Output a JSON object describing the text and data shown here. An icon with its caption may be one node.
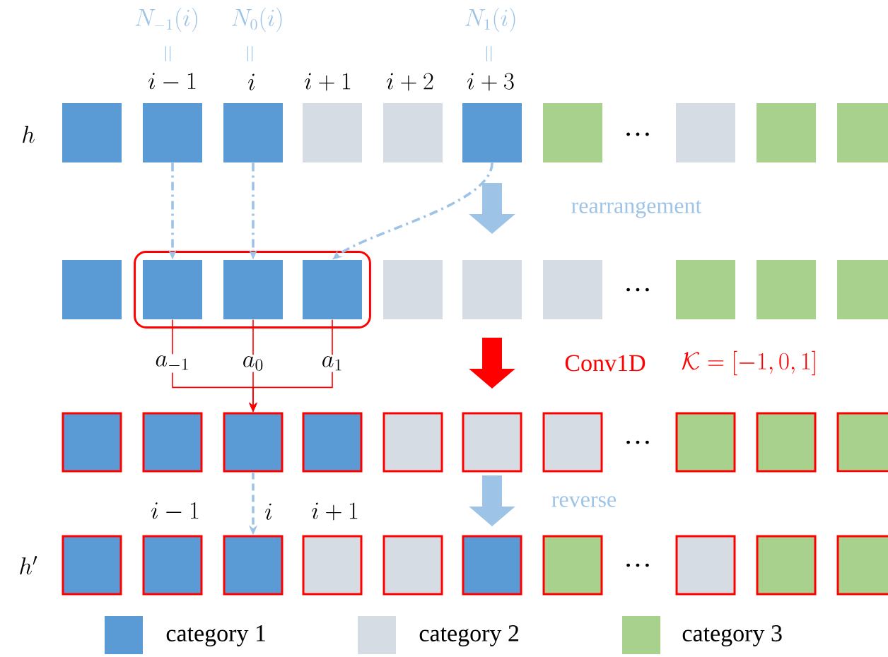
{
  "diagram": {
    "nodes": [
      {
        "text": [],
        "shape": "box"
      },
      {
        "text": [],
        "shape": "box"
      },
      {
        "text": [],
        "shape": "box"
      },
      {
        "text": [],
        "shape": "box"
      },
      {
        "text": [],
        "shape": "box"
      },
      {
        "text": [],
        "shape": "box"
      },
      {
        "text": [],
        "shape": "box"
      },
      {
        "text": [],
        "shape": "box"
      },
      {
        "text": [],
        "shape": "box"
      },
      {
        "text": [],
        "shape": "box"
      },
      {
        "text": [],
        "shape": "box"
      },
      {
        "text": [],
        "shape": "box"
      },
      {
        "text": [],
        "shape": "box",
        "in": 11
      },
      {
        "text": [],
        "shape": "box",
        "in": 11
      },
      {
        "text": [],
        "shape": "box",
        "in": 11
      },
      {
        "text": [],
        "shape": "box"
      },
      {
        "text": [],
        "shape": "box"
      },
      {
        "text": [],
        "shape": "box"
      },
      {
        "text": [],
        "shape": "box"
      },
      {
        "text": [],
        "shape": "box"
      },
      {
        "text": [],
        "shape": "box"
      },
      {
        "text": [],
        "shape": "box"
      },
      {
        "text": [],
        "shape": "box"
      },
      {
        "text": [],
        "shape": "box"
      },
      {
        "text": [],
        "shape": "box"
      },
      {
        "text": [],
        "shape": "box"
      },
      {
        "text": [],
        "shape": "box"
      },
      {
        "text": [],
        "shape": "box"
      },
      {
        "text": [],
        "shape": "box"
      },
      {
        "text": [],
        "shape": "box"
      },
      {
        "text": [],
        "shape": "box"
      },
      {
        "text": [],
        "shape": "box"
      },
      {
        "text": [],
        "shape": "box"
      },
      {
        "text": [],
        "shape": "box"
      },
      {
        "text": [],
        "shape": "box"
      },
      {
        "text": [],
        "shape": "box"
      },
      {
        "text": [],
        "shape": "box"
      },
      {
        "text": [],
        "shape": "box"
      },
      {
        "text": [],
        "shape": "box"
      },
      {
        "text": [],
        "shape": "box"
      },
      {
        "text": [],
        "shape": "box"
      }
    ],
    "edges": [
      {
        "from": 1,
        "to": 12,
        "arrow": "to",
        "style": "dashed"
      },
      {
        "from": 2,
        "to": 13,
        "arrow": "to",
        "style": "dashed"
      },
      {
        "from": 5,
        "to": 14,
        "arrow": "to",
        "style": "dashed"
      },
      {
        "from": 5,
        "to": 16,
        "arrow": "to",
        "style": "thick"
      },
      {
        "from": 12,
        "to": 23,
        "arrow": "to",
        "label": "a_{-1}",
        "color": "#ff0000"
      },
      {
        "from": 13,
        "to": 23,
        "arrow": "to",
        "label": "a_0",
        "color": "#ff0000"
      },
      {
        "from": 14,
        "to": 23,
        "arrow": "to",
        "label": "a_1",
        "color": "#ff0000"
      },
      {
        "from": 16,
        "to": 26,
        "arrow": "to",
        "style": "thick",
        "color": "#ff0000"
      },
      {
        "from": 23,
        "to": 33,
        "arrow": "to",
        "style": "dashed"
      },
      {
        "from": 26,
        "to": 36,
        "arrow": "to",
        "style": "thick"
      }
    ],
    "labels": [
      "N_{-1}(i)",
      "N_0(i)",
      "N_1(i)",
      "=",
      "=",
      "=",
      "i-1",
      "i",
      "i+1",
      "i+2",
      "i+3",
      "h",
      "…",
      "rearrangement",
      "…",
      "Conv1D",
      "\\mathcal{K}=[-1,0,1]",
      "…",
      "reverse",
      "i-1",
      "i",
      "i+1",
      "h'",
      "…"
    ],
    "legend": [
      {
        "text": "category 1",
        "color": "#5b9bd5"
      },
      {
        "text": "category 2",
        "color": "#d6dce4"
      },
      {
        "text": "category 3",
        "color": "#a9d18e"
      }
    ]
  }
}
